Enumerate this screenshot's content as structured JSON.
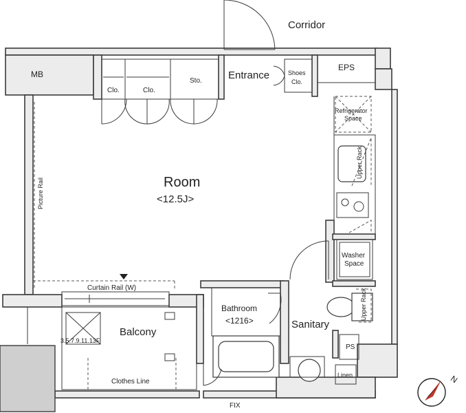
{
  "labels": {
    "corridor": "Corridor",
    "mb": "MB",
    "entrance": "Entrance",
    "shoes_1": "Shoes",
    "shoes_2": "Clo.",
    "eps": "EPS",
    "clo_1": "Clo.",
    "clo_2": "Clo.",
    "sto": "Sto.",
    "refrigerator_1": "Refrigerator",
    "refrigerator_2": "Space",
    "upper_rack_1": "Upper Rack",
    "upper_rack_2": "Upper Rack",
    "room_name": "Room",
    "room_size": "<12.5J>",
    "picture_rail": "Picture Rail",
    "washer_1": "Washer",
    "washer_2": "Space",
    "curtain_rail": "Curtain Rail (W)",
    "bathroom_name": "Bathroom",
    "bathroom_size": "<1216>",
    "sanitary": "Sanitary",
    "balcony": "Balcony",
    "floors": "3.5.7.9.11.13F",
    "ps": "PS",
    "linen": "Linen",
    "clothes_line": "Clothes Line",
    "fix": "FIX",
    "north": "N"
  },
  "colors": {
    "wall_fill": "#ececec",
    "wall_stroke": "#3a3a3a",
    "dark_wall": "#cfcfcf",
    "compass_red": "#c0392b"
  },
  "icons": [
    "door-swing-icon",
    "sink-icon",
    "toilet-icon",
    "bathtub-icon",
    "stove-icon",
    "compass-icon",
    "hatch-icon",
    "curtain-marker-icon"
  ]
}
